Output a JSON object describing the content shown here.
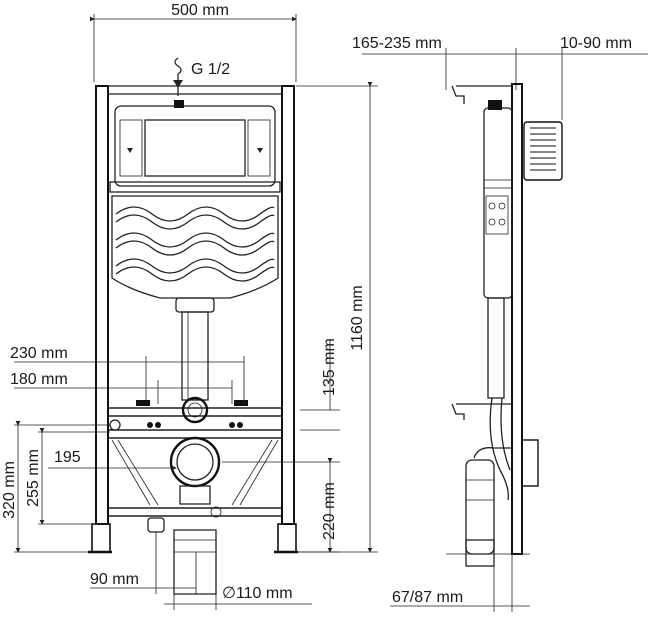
{
  "drawing": {
    "front": {
      "width": "500 mm",
      "supply": "G 1/2",
      "height": "1160 mm",
      "span_230": "230 mm",
      "span_180": "180 mm",
      "offset_135": "135 mm",
      "height_320": "320 mm",
      "height_255": "255 mm",
      "offset_195": "195",
      "height_220": "220 mm",
      "offset_90": "90 mm",
      "pipe_110": "∅110 mm"
    },
    "side": {
      "depth_range": "165-235 mm",
      "wall_range": "10-90 mm",
      "outlet": "67/87 mm"
    }
  }
}
